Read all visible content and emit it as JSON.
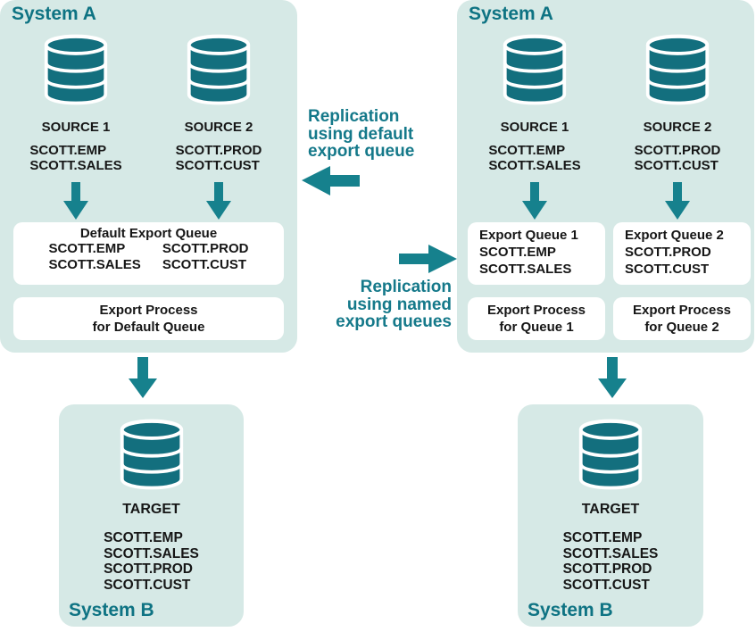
{
  "colors": {
    "panel_bg": "#d6e9e6",
    "teal_dark": "#136f7e",
    "teal_arrow": "#16818d",
    "teal_heading": "#0e7383",
    "teal_label": "#15798a",
    "text_black": "#161616",
    "box_white": "#ffffff"
  },
  "left": {
    "system_a": {
      "title": "System A",
      "sources": [
        {
          "name": "SOURCE 1",
          "tables": [
            "SCOTT.EMP",
            "SCOTT.SALES"
          ]
        },
        {
          "name": "SOURCE 2",
          "tables": [
            "SCOTT.PROD",
            "SCOTT.CUST"
          ]
        }
      ],
      "queue": {
        "title": "Default Export Queue",
        "columns": [
          [
            "SCOTT.EMP",
            "SCOTT.SALES"
          ],
          [
            "SCOTT.PROD",
            "SCOTT.CUST"
          ]
        ]
      },
      "process": {
        "lines": [
          "Export Process",
          "for Default Queue"
        ]
      }
    },
    "system_b": {
      "title": "System B",
      "target": {
        "name": "TARGET",
        "tables": [
          "SCOTT.EMP",
          "SCOTT.SALES",
          "SCOTT.PROD",
          "SCOTT.CUST"
        ]
      }
    }
  },
  "middle": {
    "default_label": {
      "lines": [
        "Replication",
        "using default",
        "export queue"
      ]
    },
    "named_label": {
      "lines": [
        "Replication",
        "using named",
        "export queues"
      ]
    }
  },
  "right": {
    "system_a": {
      "title": "System A",
      "sources": [
        {
          "name": "SOURCE 1",
          "tables": [
            "SCOTT.EMP",
            "SCOTT.SALES"
          ]
        },
        {
          "name": "SOURCE 2",
          "tables": [
            "SCOTT.PROD",
            "SCOTT.CUST"
          ]
        }
      ],
      "queues": [
        {
          "title": "Export Queue 1",
          "tables": [
            "SCOTT.EMP",
            "SCOTT.SALES"
          ]
        },
        {
          "title": "Export Queue 2",
          "tables": [
            "SCOTT.PROD",
            "SCOTT.CUST"
          ]
        }
      ],
      "processes": [
        {
          "lines": [
            "Export Process",
            "for Queue 1"
          ]
        },
        {
          "lines": [
            "Export Process",
            "for Queue 2"
          ]
        }
      ]
    },
    "system_b": {
      "title": "System B",
      "target": {
        "name": "TARGET",
        "tables": [
          "SCOTT.EMP",
          "SCOTT.SALES",
          "SCOTT.PROD",
          "SCOTT.CUST"
        ]
      }
    }
  }
}
